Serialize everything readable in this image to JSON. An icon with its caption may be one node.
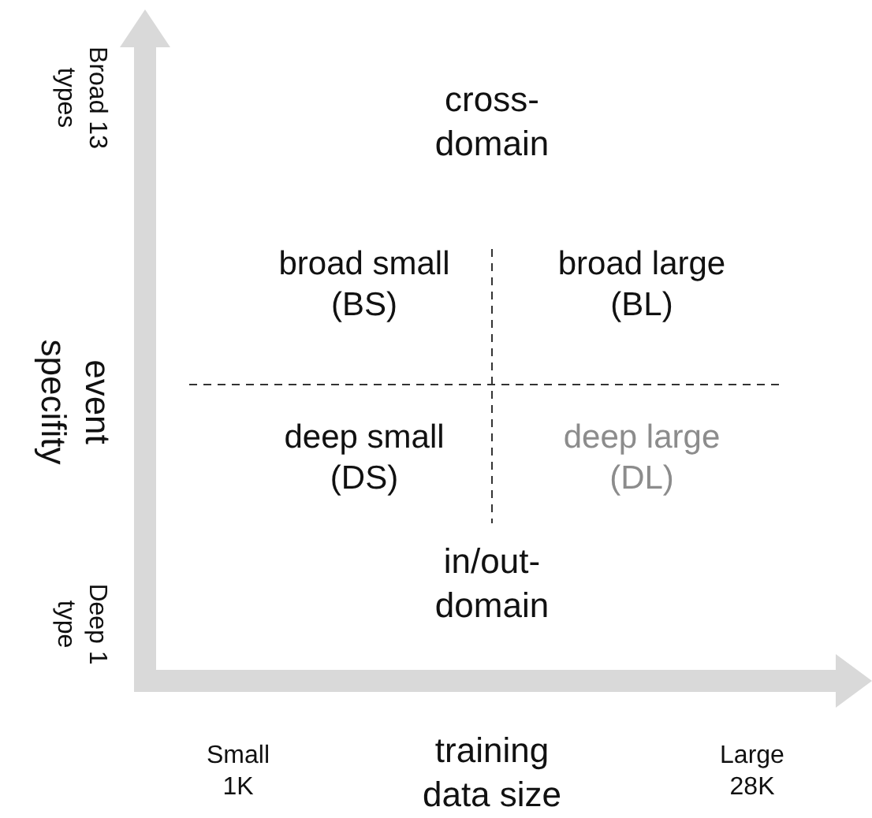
{
  "diagram": {
    "labels": [
      "Broad 13 types",
      "event specifity",
      "Deep 1 type",
      "cross-domain",
      "broad small (BS)",
      "broad large (BL)",
      "deep small (DS)",
      "deep large (DL)",
      "in/out-domain",
      "Small 1K",
      "training data size",
      "Large 28K"
    ]
  }
}
